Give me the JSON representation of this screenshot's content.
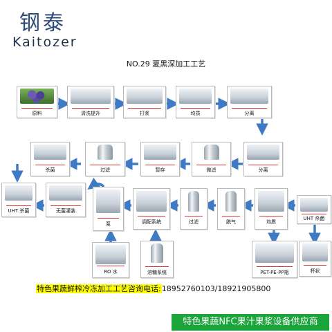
{
  "brand": {
    "name_cn": "钢泰",
    "name_en": "Kaitozer"
  },
  "title": "NO.29 夏黑深加工工艺",
  "steps": [
    "原料",
    "清洗提升",
    "打浆",
    "均质",
    "分离",
    "分离",
    "微滤",
    "暂存",
    "过滤",
    "杀菌",
    "UHT 杀菌",
    "无菌灌装",
    "泵",
    "调配系统",
    "过滤",
    "脱气",
    "均质",
    "UHT 杀菌",
    "PET-PE-PP瓶",
    "杯状",
    "RO 水",
    "溶糖系统"
  ],
  "hotline": {
    "label": "特色果蔬鲜榨冷冻加工工艺咨询电话:",
    "phone": "18952760103/18921905800"
  },
  "supplier": "特色果蔬NFC果汁果浆设备供应商",
  "colors": {
    "arrow": "#3e7bc4",
    "supplier_bg": "#1aa43a",
    "highlight": "#ffff00",
    "label_rule": "#dd3333"
  }
}
